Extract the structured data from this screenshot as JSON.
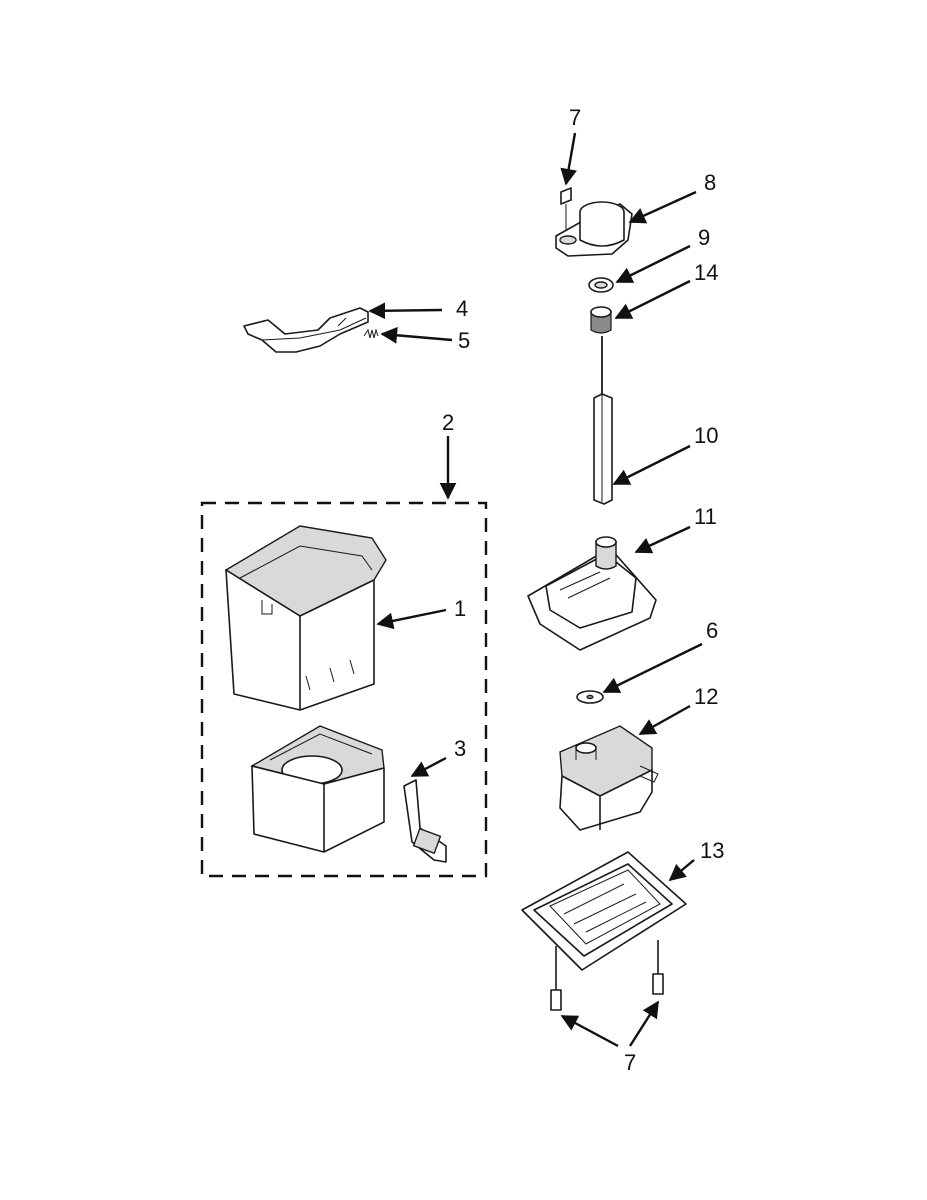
{
  "callouts": {
    "c1": "1",
    "c2": "2",
    "c3": "3",
    "c4": "4",
    "c5": "5",
    "c6": "6",
    "c7_top": "7",
    "c7_bottom": "7",
    "c8": "8",
    "c9": "9",
    "c10": "10",
    "c11": "11",
    "c12": "12",
    "c13": "13",
    "c14": "14"
  },
  "colors": {
    "line": "#1a1a1a",
    "shade": "#d9d9d9",
    "background": "#ffffff"
  }
}
